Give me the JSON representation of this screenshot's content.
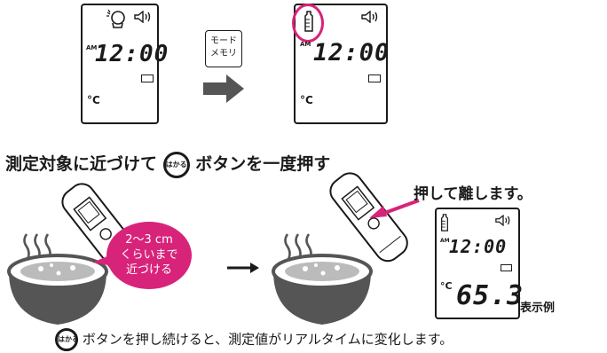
{
  "display_left": {
    "am": "AM",
    "time": "12:00",
    "unit": "°C",
    "icons": [
      "baby-head-icon",
      "speaker-icon",
      "battery-icon"
    ]
  },
  "mode_key": {
    "line1": "モード",
    "line2": "メモリ"
  },
  "display_right": {
    "am": "AM",
    "time": "12:00",
    "unit": "°C",
    "icons": [
      "baby-bottle-icon",
      "speaker-icon",
      "battery-icon"
    ]
  },
  "heading": {
    "prefix": "測定対象に近づけて",
    "button_label": "はかる",
    "suffix": "ボタンを一度押す"
  },
  "bubble": {
    "line1": "2～3 cm",
    "line2": "くらいまで",
    "line3": "近づける"
  },
  "press_release": "押して離します。",
  "display_example": {
    "time": "12:00",
    "am": "AM",
    "unit": "°C",
    "reading": "65.3",
    "caption": "表示例"
  },
  "footer": {
    "button_label": "はかる",
    "text": "ボタンを押し続けると、測定値がリアルタイムに変化します。"
  },
  "colors": {
    "accent": "#d8237a",
    "ink": "#1a1a1a",
    "bowl": "#555555"
  }
}
